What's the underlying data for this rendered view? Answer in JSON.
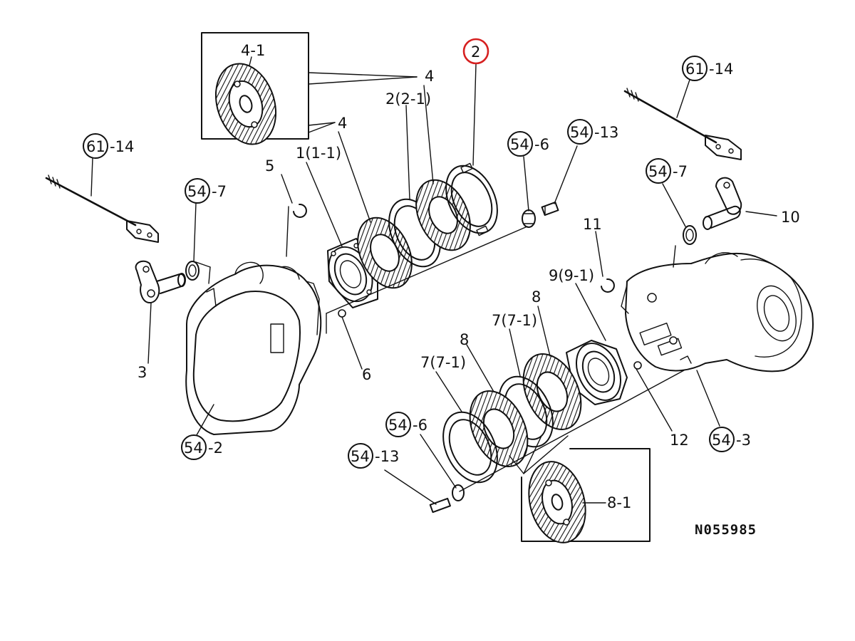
{
  "diagram": {
    "drawing_code": "N055985",
    "highlight_color": "#d62020",
    "highlighted_label": "2",
    "labels": {
      "l_4_1": "4-1",
      "l_4_top": "4",
      "l_2_top": "2",
      "l_2_2_1": "2(2-1)",
      "l_4_mid": "4",
      "l_1_1_1": "1(1-1)",
      "l_5": "5",
      "l_54_6_top": "54",
      "l_54_6_top_suffix": "-6",
      "l_54_13_top": "54",
      "l_54_13_top_suffix": "-13",
      "l_61_14_right": "61",
      "l_61_14_right_suffix": "-14",
      "l_61_14_left": "61",
      "l_61_14_left_suffix": "-14",
      "l_54_7_right": "54",
      "l_54_7_right_suffix": "-7",
      "l_54_7_left": "54",
      "l_54_7_left_suffix": "-7",
      "l_10": "10",
      "l_11": "11",
      "l_9_9_1": "9(9-1)",
      "l_8_upper": "8",
      "l_7_7_1_upper": "7(7-1)",
      "l_8_lower": "8",
      "l_7_7_1_lower": "7(7-1)",
      "l_3": "3",
      "l_6": "6",
      "l_54_2": "54",
      "l_54_2_suffix": "-2",
      "l_54_6_bottom": "54",
      "l_54_6_bottom_suffix": "-6",
      "l_54_13_bottom": "54",
      "l_54_13_bottom_suffix": "-13",
      "l_12": "12",
      "l_54_3": "54",
      "l_54_3_suffix": "-3",
      "l_8_1": "8-1"
    }
  }
}
